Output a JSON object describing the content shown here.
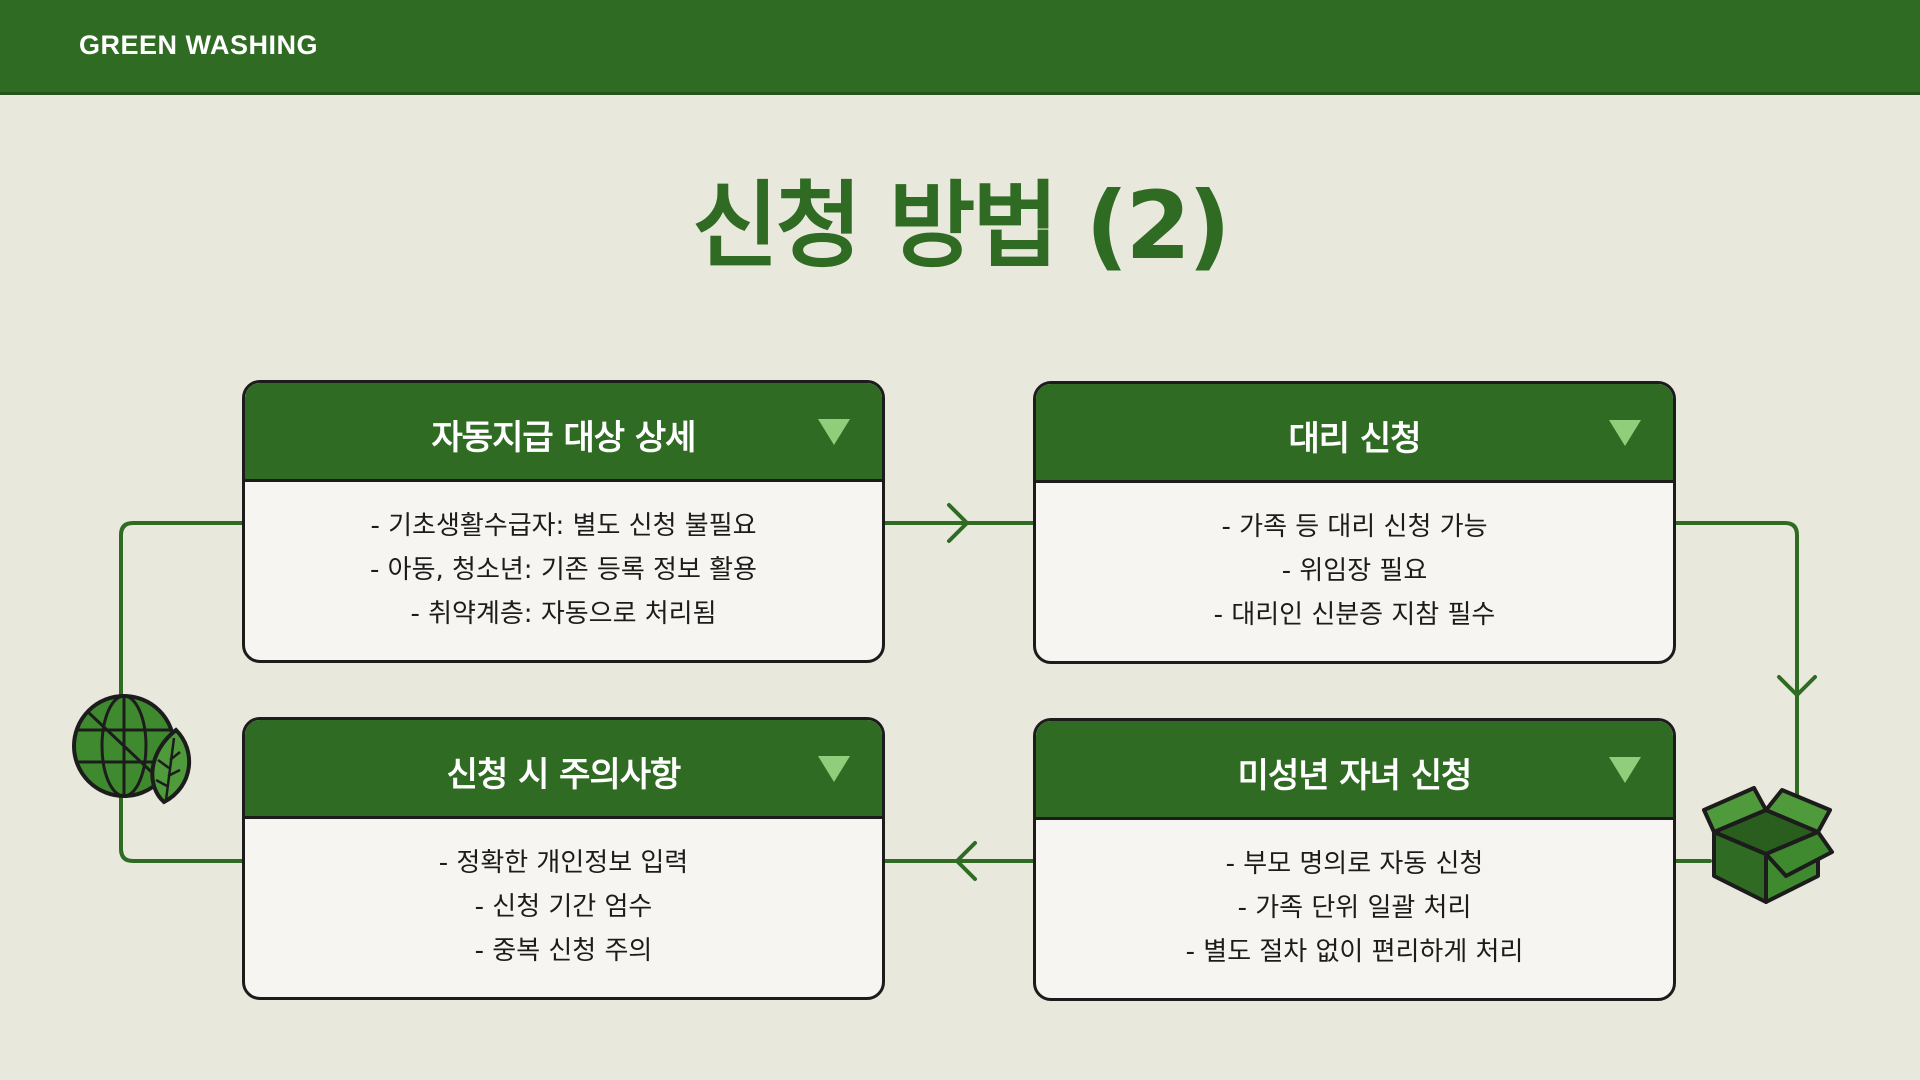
{
  "header": {
    "brand": "GREEN WASHING"
  },
  "page_title": "신청 방법 (2)",
  "colors": {
    "primary_green": "#2f6b22",
    "light_green": "#8fce7b",
    "background": "#e9e8dd",
    "card_body": "#f6f5f1"
  },
  "cards": [
    {
      "title": "자동지급 대상 상세",
      "icon": "triangle-down-icon",
      "lines": [
        "- 기초생활수급자: 별도 신청 불필요",
        "- 아동, 청소년: 기존 등록 정보 활용",
        "- 취약계층: 자동으로 처리됨"
      ]
    },
    {
      "title": "대리 신청",
      "icon": "triangle-down-icon",
      "lines": [
        "- 가족 등 대리 신청 가능",
        "- 위임장 필요",
        "- 대리인 신분증 지참 필수"
      ]
    },
    {
      "title": "신청 시 주의사항",
      "icon": "triangle-down-icon",
      "lines": [
        "- 정확한 개인정보 입력",
        "- 신청 기간 엄수",
        "- 중복 신청 주의"
      ]
    },
    {
      "title": "미성년 자녀 신청",
      "icon": "triangle-down-icon",
      "lines": [
        "- 부모 명의로 자동 신청",
        "- 가족 단위 일괄 처리",
        "- 별도 절차 없이 편리하게 처리"
      ]
    }
  ],
  "decorations": [
    "globe-leaf-icon",
    "box-icon"
  ]
}
